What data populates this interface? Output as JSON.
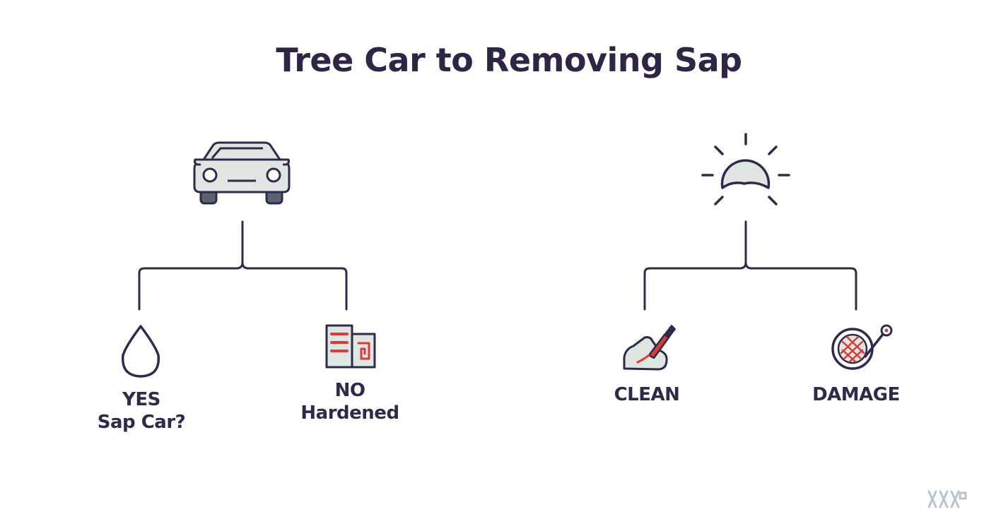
{
  "title": "Tree Car to Removing Sap",
  "colors": {
    "ink": "#2f2a4a",
    "icon_fill": "#dfe6e2",
    "tire": "#5a6470",
    "accent_red": "#d93a3a"
  },
  "left_tree": {
    "root_icon": "car-icon",
    "branches": [
      {
        "icon": "sap-drop-icon",
        "line1": "YES",
        "line2": "Sap Car?"
      },
      {
        "icon": "hardened-sap-icon",
        "line1": "NO",
        "line2": "Hardened"
      }
    ]
  },
  "right_tree": {
    "root_icon": "sun-icon",
    "branches": [
      {
        "icon": "clean-scraper-icon",
        "label": "CLEAN"
      },
      {
        "icon": "damage-icon",
        "label": "DAMAGE"
      }
    ]
  }
}
